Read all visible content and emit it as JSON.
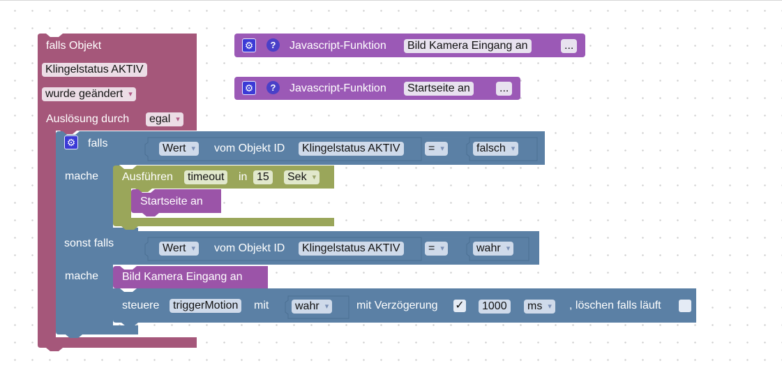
{
  "trigger": {
    "header": "falls Objekt",
    "object": "Klingelstatus AKTIV",
    "condition": "wurde geändert",
    "source_label": "Auslösung durch",
    "source_value": "egal"
  },
  "if_block": {
    "if_label": "falls",
    "do_label": "mache",
    "elseif_label": "sonst falls",
    "do2_label": "mache"
  },
  "cond1": {
    "value_mode": "Wert",
    "of_object": "vom Objekt ID",
    "object": "Klingelstatus AKTIV",
    "operator": "=",
    "compare": "falsch"
  },
  "cond2": {
    "value_mode": "Wert",
    "of_object": "vom Objekt ID",
    "object": "Klingelstatus AKTIV",
    "operator": "=",
    "compare": "wahr"
  },
  "timeout": {
    "run_label": "Ausführen",
    "name": "timeout",
    "in_label": "in",
    "amount": "15",
    "unit": "Sek"
  },
  "call_start": "Startseite an",
  "call_camera": "Bild Kamera Eingang an",
  "control": {
    "steer_label": "steuere",
    "target": "triggerMotion",
    "with_label": "mit",
    "value": "wahr",
    "delay_label": "mit Verzögerung",
    "delay_checked": "✓",
    "delay_amount": "1000",
    "delay_unit": "ms",
    "clear_label": ", löschen falls läuft"
  },
  "functions": [
    {
      "label": "Javascript-Funktion",
      "name": "Bild Kamera Eingang an",
      "more": "..."
    },
    {
      "label": "Javascript-Funktion",
      "name": "Startseite an",
      "more": "..."
    }
  ],
  "icons": {
    "gear": "⚙",
    "help": "?"
  },
  "colors": {
    "trigger": "#a5577a",
    "logic": "#5b80a5",
    "timeout": "#9aa65a",
    "procedure": "#9b54a8",
    "function": "#9b59b6"
  }
}
